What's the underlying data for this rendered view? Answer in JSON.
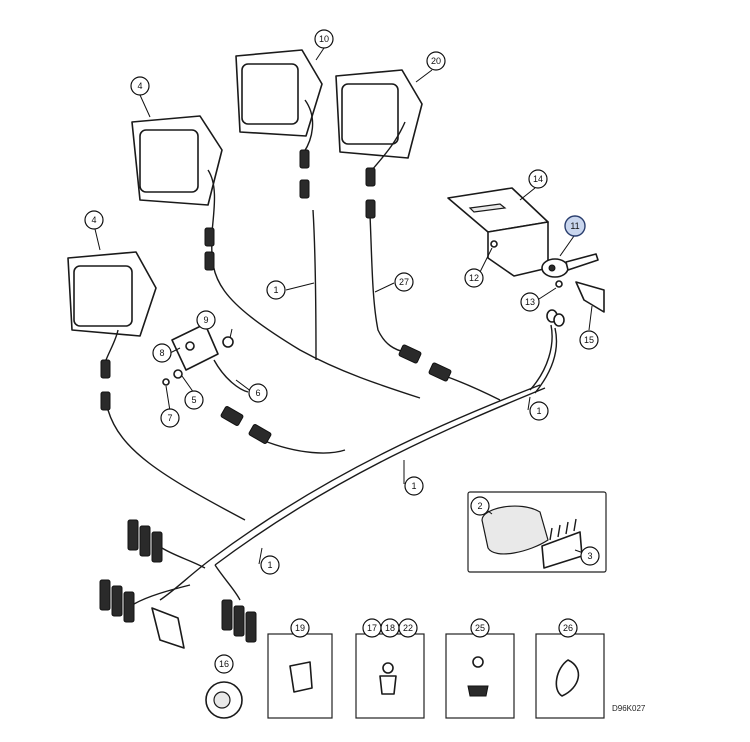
{
  "diagram": {
    "callouts": {
      "lamp_left_upper": "4",
      "lamp_center_top": "10",
      "lamp_right_top": "20",
      "lamp_left_lower": "4",
      "bracket": "14",
      "switch_highlighted": "11",
      "screw_12": "12",
      "nut_13": "13",
      "bracket_15": "15",
      "harness_27": "27",
      "harness_a": "1",
      "harness_b": "1",
      "harness_c": "1",
      "harness_d": "1",
      "clip_9": "9",
      "washer_8": "8",
      "screw_7": "7",
      "item_5": "5",
      "harness_6": "6",
      "cover_2": "2",
      "comb_3": "3",
      "grommet_16": "16",
      "clip_19": "19",
      "clip_17": "17",
      "clip_18": "18",
      "clip_22": "22",
      "clip_25": "25",
      "clip_26": "26"
    },
    "reference_code": "D96K027"
  }
}
